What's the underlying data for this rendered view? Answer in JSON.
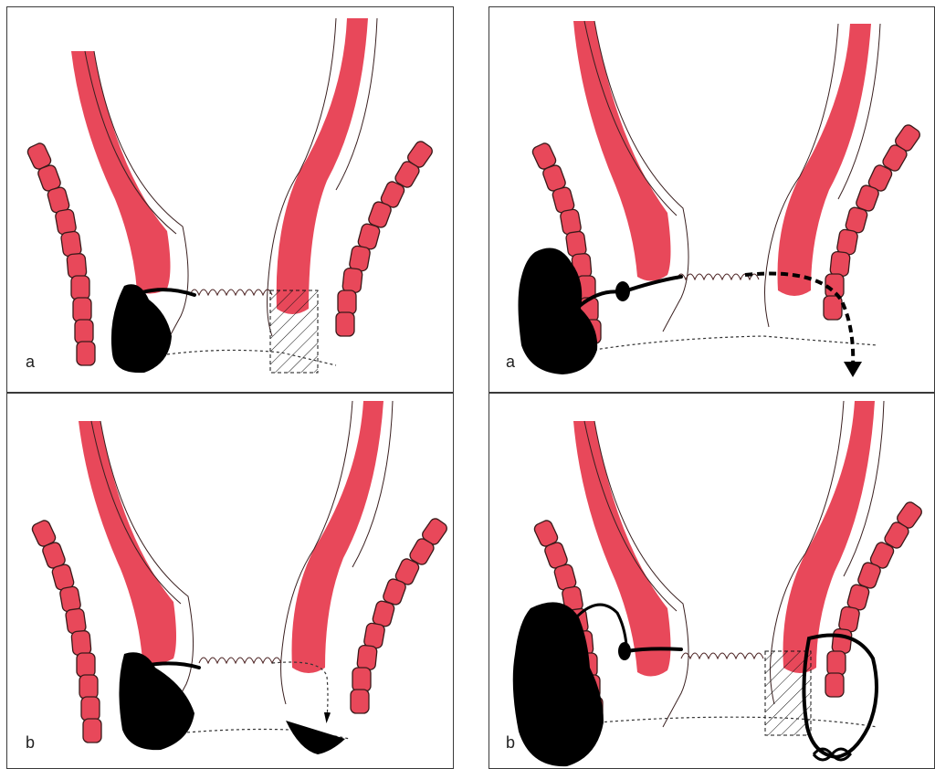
{
  "panels": {
    "top_left": {
      "label": "a"
    },
    "bottom_left": {
      "label": "b"
    },
    "top_right": {
      "label": "a"
    },
    "bottom_right": {
      "label": "b"
    }
  },
  "colors": {
    "muscle": "#e8485a",
    "fistula": "#000000",
    "outline": "#3a2020",
    "background": "#ffffff"
  }
}
